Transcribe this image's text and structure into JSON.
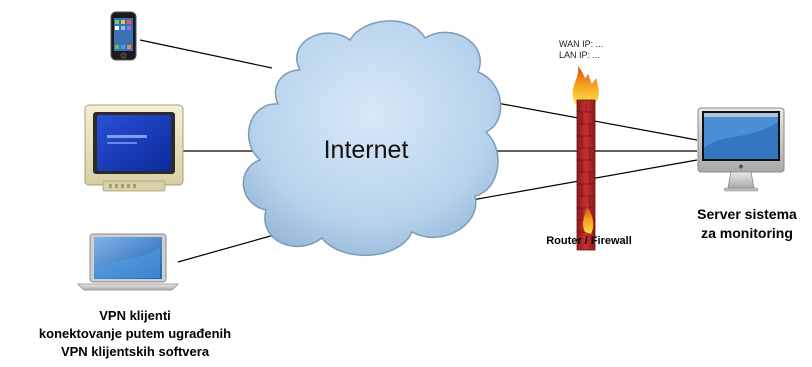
{
  "diagram": {
    "cloud_label": "Internet",
    "wan_ip": "WAN IP: ...",
    "lan_ip": "LAN IP: ...",
    "router_label": "Router / Firewall",
    "server_label_line1": "Server sistema",
    "server_label_line2": "za monitoring",
    "clients_label_line1": "VPN klijenti",
    "clients_label_line2": "konektovanje putem ugrađenih",
    "clients_label_line3": "VPN klijentskih softvera"
  },
  "colors": {
    "cloud_fill": "#b9d5ee",
    "cloud_stroke": "#7d9bb8",
    "firewall_brick": "#b52a2a",
    "flame": "#f39a1c",
    "line": "#000000"
  },
  "icons": [
    "phone-icon",
    "crt-monitor-icon",
    "laptop-icon",
    "firewall-icon",
    "imac-icon",
    "cloud-icon"
  ]
}
